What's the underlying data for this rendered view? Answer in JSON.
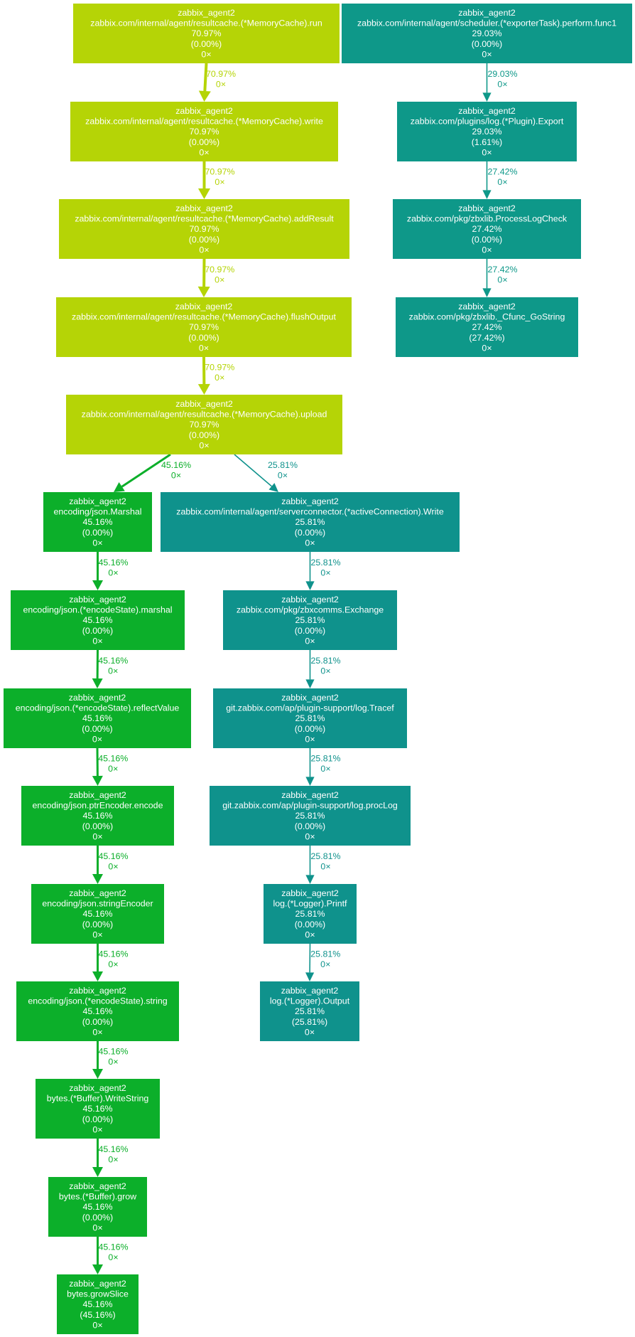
{
  "colors": {
    "lime": "#b5d406",
    "green": "#0caf2a",
    "teal": "#0f928c",
    "teal_dark": "#0e9889",
    "node_text": "#ffffff"
  },
  "nodes": [
    {
      "id": "n1",
      "color": "lime",
      "lines": [
        "zabbix_agent2",
        "zabbix.com/internal/agent/resultcache.(*MemoryCache).run",
        "70.97%",
        "(0.00%)",
        "0×"
      ]
    },
    {
      "id": "n2",
      "color": "lime",
      "lines": [
        "zabbix_agent2",
        "zabbix.com/internal/agent/resultcache.(*MemoryCache).write",
        "70.97%",
        "(0.00%)",
        "0×"
      ]
    },
    {
      "id": "n3",
      "color": "lime",
      "lines": [
        "zabbix_agent2",
        "zabbix.com/internal/agent/resultcache.(*MemoryCache).addResult",
        "70.97%",
        "(0.00%)",
        "0×"
      ]
    },
    {
      "id": "n4",
      "color": "lime",
      "lines": [
        "zabbix_agent2",
        "zabbix.com/internal/agent/resultcache.(*MemoryCache).flushOutput",
        "70.97%",
        "(0.00%)",
        "0×"
      ]
    },
    {
      "id": "n5",
      "color": "lime",
      "lines": [
        "zabbix_agent2",
        "zabbix.com/internal/agent/resultcache.(*MemoryCache).upload",
        "70.97%",
        "(0.00%)",
        "0×"
      ]
    },
    {
      "id": "g1",
      "color": "green",
      "lines": [
        "zabbix_agent2",
        "encoding/json.Marshal",
        "45.16%",
        "(0.00%)",
        "0×"
      ]
    },
    {
      "id": "g2",
      "color": "green",
      "lines": [
        "zabbix_agent2",
        "encoding/json.(*encodeState).marshal",
        "45.16%",
        "(0.00%)",
        "0×"
      ]
    },
    {
      "id": "g3",
      "color": "green",
      "lines": [
        "zabbix_agent2",
        "encoding/json.(*encodeState).reflectValue",
        "45.16%",
        "(0.00%)",
        "0×"
      ]
    },
    {
      "id": "g4",
      "color": "green",
      "lines": [
        "zabbix_agent2",
        "encoding/json.ptrEncoder.encode",
        "45.16%",
        "(0.00%)",
        "0×"
      ]
    },
    {
      "id": "g5",
      "color": "green",
      "lines": [
        "zabbix_agent2",
        "encoding/json.stringEncoder",
        "45.16%",
        "(0.00%)",
        "0×"
      ]
    },
    {
      "id": "g6",
      "color": "green",
      "lines": [
        "zabbix_agent2",
        "encoding/json.(*encodeState).string",
        "45.16%",
        "(0.00%)",
        "0×"
      ]
    },
    {
      "id": "g7",
      "color": "green",
      "lines": [
        "zabbix_agent2",
        "bytes.(*Buffer).WriteString",
        "45.16%",
        "(0.00%)",
        "0×"
      ]
    },
    {
      "id": "g8",
      "color": "green",
      "lines": [
        "zabbix_agent2",
        "bytes.(*Buffer).grow",
        "45.16%",
        "(0.00%)",
        "0×"
      ]
    },
    {
      "id": "g9",
      "color": "green",
      "lines": [
        "zabbix_agent2",
        "bytes.growSlice",
        "45.16%",
        "(45.16%)",
        "0×"
      ]
    },
    {
      "id": "t1",
      "color": "teal",
      "lines": [
        "zabbix_agent2",
        "zabbix.com/internal/agent/serverconnector.(*activeConnection).Write",
        "25.81%",
        "(0.00%)",
        "0×"
      ]
    },
    {
      "id": "t2",
      "color": "teal",
      "lines": [
        "zabbix_agent2",
        "zabbix.com/pkg/zbxcomms.Exchange",
        "25.81%",
        "(0.00%)",
        "0×"
      ]
    },
    {
      "id": "t3",
      "color": "teal",
      "lines": [
        "zabbix_agent2",
        "git.zabbix.com/ap/plugin-support/log.Tracef",
        "25.81%",
        "(0.00%)",
        "0×"
      ]
    },
    {
      "id": "t4",
      "color": "teal",
      "lines": [
        "zabbix_agent2",
        "git.zabbix.com/ap/plugin-support/log.procLog",
        "25.81%",
        "(0.00%)",
        "0×"
      ]
    },
    {
      "id": "t5",
      "color": "teal",
      "lines": [
        "zabbix_agent2",
        "log.(*Logger).Printf",
        "25.81%",
        "(0.00%)",
        "0×"
      ]
    },
    {
      "id": "t6",
      "color": "teal",
      "lines": [
        "zabbix_agent2",
        "log.(*Logger).Output",
        "25.81%",
        "(25.81%)",
        "0×"
      ]
    },
    {
      "id": "r1",
      "color": "teal_dark",
      "lines": [
        "zabbix_agent2",
        "zabbix.com/internal/agent/scheduler.(*exporterTask).perform.func1",
        "29.03%",
        "(0.00%)",
        "0×"
      ]
    },
    {
      "id": "r2",
      "color": "teal_dark",
      "lines": [
        "zabbix_agent2",
        "zabbix.com/plugins/log.(*Plugin).Export",
        "29.03%",
        "(1.61%)",
        "0×"
      ]
    },
    {
      "id": "r3",
      "color": "teal_dark",
      "lines": [
        "zabbix_agent2",
        "zabbix.com/pkg/zbxlib.ProcessLogCheck",
        "27.42%",
        "(0.00%)",
        "0×"
      ]
    },
    {
      "id": "r4",
      "color": "teal_dark",
      "lines": [
        "zabbix_agent2",
        "zabbix.com/pkg/zbxlib._Cfunc_GoString",
        "27.42%",
        "(27.42%)",
        "0×"
      ]
    }
  ],
  "edges": [
    {
      "from": "n1",
      "to": "n2",
      "color": "lime",
      "weight": "70.97%",
      "calls": "0×"
    },
    {
      "from": "n2",
      "to": "n3",
      "color": "lime",
      "weight": "70.97%",
      "calls": "0×"
    },
    {
      "from": "n3",
      "to": "n4",
      "color": "lime",
      "weight": "70.97%",
      "calls": "0×"
    },
    {
      "from": "n4",
      "to": "n5",
      "color": "lime",
      "weight": "70.97%",
      "calls": "0×"
    },
    {
      "from": "n5",
      "to": "g1",
      "color": "green",
      "weight": "45.16%",
      "calls": "0×"
    },
    {
      "from": "n5",
      "to": "t1",
      "color": "teal",
      "weight": "25.81%",
      "calls": "0×"
    },
    {
      "from": "g1",
      "to": "g2",
      "color": "green",
      "weight": "45.16%",
      "calls": "0×"
    },
    {
      "from": "g2",
      "to": "g3",
      "color": "green",
      "weight": "45.16%",
      "calls": "0×"
    },
    {
      "from": "g3",
      "to": "g4",
      "color": "green",
      "weight": "45.16%",
      "calls": "0×"
    },
    {
      "from": "g4",
      "to": "g5",
      "color": "green",
      "weight": "45.16%",
      "calls": "0×"
    },
    {
      "from": "g5",
      "to": "g6",
      "color": "green",
      "weight": "45.16%",
      "calls": "0×"
    },
    {
      "from": "g6",
      "to": "g7",
      "color": "green",
      "weight": "45.16%",
      "calls": "0×"
    },
    {
      "from": "g7",
      "to": "g8",
      "color": "green",
      "weight": "45.16%",
      "calls": "0×"
    },
    {
      "from": "g8",
      "to": "g9",
      "color": "green",
      "weight": "45.16%",
      "calls": "0×"
    },
    {
      "from": "t1",
      "to": "t2",
      "color": "teal",
      "weight": "25.81%",
      "calls": "0×"
    },
    {
      "from": "t2",
      "to": "t3",
      "color": "teal",
      "weight": "25.81%",
      "calls": "0×"
    },
    {
      "from": "t3",
      "to": "t4",
      "color": "teal",
      "weight": "25.81%",
      "calls": "0×"
    },
    {
      "from": "t4",
      "to": "t5",
      "color": "teal",
      "weight": "25.81%",
      "calls": "0×"
    },
    {
      "from": "t5",
      "to": "t6",
      "color": "teal",
      "weight": "25.81%",
      "calls": "0×"
    },
    {
      "from": "r1",
      "to": "r2",
      "color": "teal_dark",
      "weight": "29.03%",
      "calls": "0×"
    },
    {
      "from": "r2",
      "to": "r3",
      "color": "teal_dark",
      "weight": "27.42%",
      "calls": "0×"
    },
    {
      "from": "r3",
      "to": "r4",
      "color": "teal_dark",
      "weight": "27.42%",
      "calls": "0×"
    }
  ]
}
